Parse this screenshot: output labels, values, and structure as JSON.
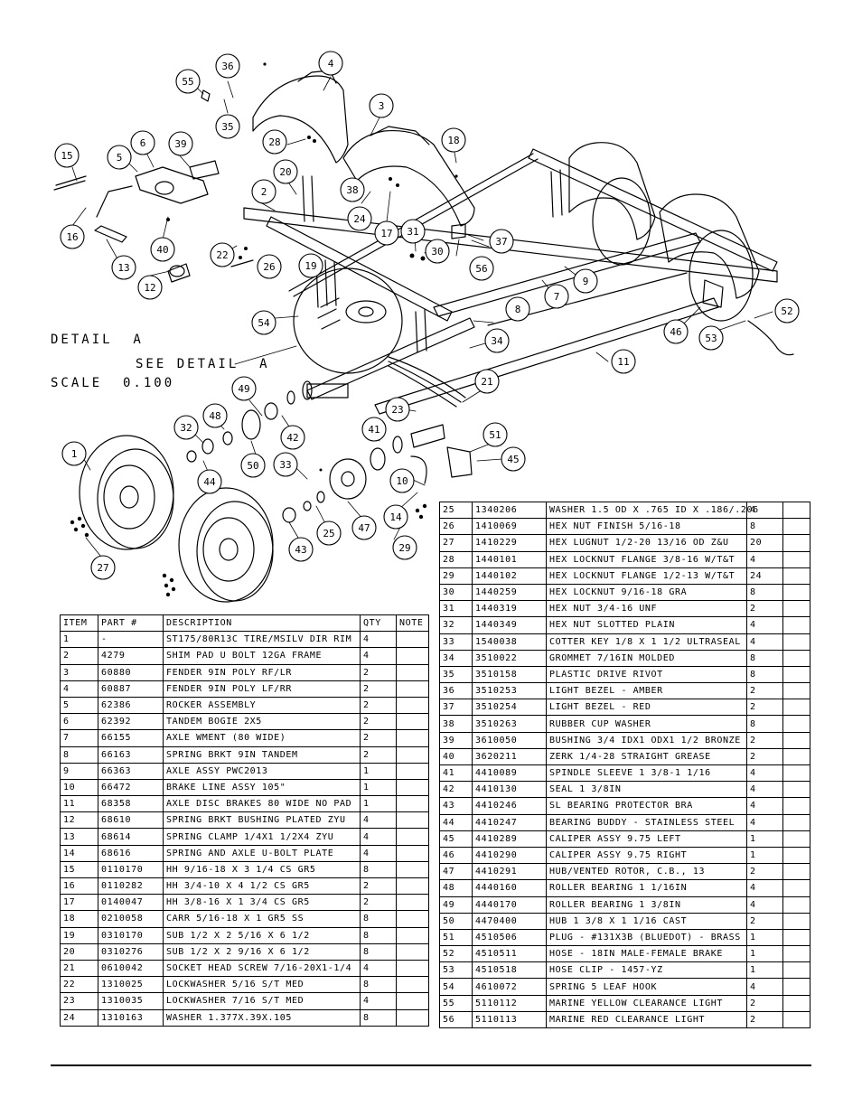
{
  "detail_label": {
    "line1": "DETAIL  A",
    "line2": "SCALE  0.100"
  },
  "see_detail": "SEE DETAIL  A",
  "balloons": [
    "1",
    "2",
    "3",
    "4",
    "5",
    "6",
    "7",
    "8",
    "9",
    "10",
    "11",
    "12",
    "13",
    "14",
    "15",
    "16",
    "17",
    "18",
    "19",
    "20",
    "21",
    "22",
    "23",
    "24",
    "25",
    "26",
    "27",
    "28",
    "29",
    "30",
    "31",
    "32",
    "33",
    "34",
    "35",
    "36",
    "37",
    "38",
    "39",
    "40",
    "41",
    "42",
    "43",
    "44",
    "45",
    "46",
    "47",
    "48",
    "49",
    "50",
    "51",
    "52",
    "53",
    "54",
    "55",
    "56"
  ],
  "headers": {
    "item": "ITEM",
    "part": "PART #",
    "description": "DESCRIPTION",
    "qty": "QTY",
    "note": "NOTE"
  },
  "parts_left": [
    {
      "item": "1",
      "part": "-",
      "description": "ST175/80R13C TIRE/MSILV DIR RIM",
      "qty": "4",
      "note": ""
    },
    {
      "item": "2",
      "part": "4279",
      "description": "SHIM PAD  U BOLT 12GA FRAME",
      "qty": "4",
      "note": ""
    },
    {
      "item": "3",
      "part": "60880",
      "description": "FENDER  9IN POLY RF/LR",
      "qty": "2",
      "note": ""
    },
    {
      "item": "4",
      "part": "60887",
      "description": "FENDER  9IN POLY LF/RR",
      "qty": "2",
      "note": ""
    },
    {
      "item": "5",
      "part": "62386",
      "description": "ROCKER ASSEMBLY",
      "qty": "2",
      "note": ""
    },
    {
      "item": "6",
      "part": "62392",
      "description": "TANDEM BOGIE   2X5",
      "qty": "2",
      "note": ""
    },
    {
      "item": "7",
      "part": "66155",
      "description": "AXLE WMENT (80 WIDE)",
      "qty": "2",
      "note": ""
    },
    {
      "item": "8",
      "part": "66163",
      "description": "SPRING BRKT  9IN TANDEM",
      "qty": "2",
      "note": ""
    },
    {
      "item": "9",
      "part": "66363",
      "description": "AXLE ASSY PWC2013",
      "qty": "1",
      "note": ""
    },
    {
      "item": "10",
      "part": "66472",
      "description": "BRAKE LINE ASSY 105\"",
      "qty": "1",
      "note": ""
    },
    {
      "item": "11",
      "part": "68358",
      "description": "AXLE DISC BRAKES 80 WIDE NO PAD",
      "qty": "1",
      "note": ""
    },
    {
      "item": "12",
      "part": "68610",
      "description": "SPRING BRKT BUSHING PLATED ZYU",
      "qty": "4",
      "note": ""
    },
    {
      "item": "13",
      "part": "68614",
      "description": "SPRING CLAMP  1/4X1 1/2X4  ZYU",
      "qty": "4",
      "note": ""
    },
    {
      "item": "14",
      "part": "68616",
      "description": "SPRING AND AXLE U-BOLT PLATE",
      "qty": "4",
      "note": ""
    },
    {
      "item": "15",
      "part": "0110170",
      "description": "HH 9/16-18 X 3 1/4 CS GR5",
      "qty": "8",
      "note": ""
    },
    {
      "item": "16",
      "part": "0110282",
      "description": "HH 3/4-10 X 4 1/2 CS GR5",
      "qty": "2",
      "note": ""
    },
    {
      "item": "17",
      "part": "0140047",
      "description": "HH 3/8-16 X 1 3/4 CS GR5",
      "qty": "2",
      "note": ""
    },
    {
      "item": "18",
      "part": "0210058",
      "description": "CARR 5/16-18 X 1 GR5 SS",
      "qty": "8",
      "note": ""
    },
    {
      "item": "19",
      "part": "0310170",
      "description": "SUB 1/2 X 2 5/16 X 6 1/2",
      "qty": "8",
      "note": ""
    },
    {
      "item": "20",
      "part": "0310276",
      "description": "SUB 1/2 X 2 9/16 X 6 1/2",
      "qty": "8",
      "note": ""
    },
    {
      "item": "21",
      "part": "0610042",
      "description": "SOCKET HEAD SCREW 7/16-20X1-1/4",
      "qty": "4",
      "note": ""
    },
    {
      "item": "22",
      "part": "1310025",
      "description": "LOCKWASHER 5/16 S/T MED",
      "qty": "8",
      "note": ""
    },
    {
      "item": "23",
      "part": "1310035",
      "description": "LOCKWASHER 7/16 S/T MED",
      "qty": "4",
      "note": ""
    },
    {
      "item": "24",
      "part": "1310163",
      "description": "WASHER 1.377X.39X.105",
      "qty": "8",
      "note": ""
    }
  ],
  "parts_right": [
    {
      "item": "25",
      "part": "1340206",
      "description": "WASHER 1.5 OD X .765 ID X .186/.206",
      "qty": "4",
      "note": ""
    },
    {
      "item": "26",
      "part": "1410069",
      "description": "HEX NUT FINISH 5/16-18",
      "qty": "8",
      "note": ""
    },
    {
      "item": "27",
      "part": "1410229",
      "description": "HEX LUGNUT 1/2-20 13/16 OD Z&U",
      "qty": "20",
      "note": ""
    },
    {
      "item": "28",
      "part": "1440101",
      "description": "HEX LOCKNUT FLANGE 3/8-16 W/T&T",
      "qty": "4",
      "note": ""
    },
    {
      "item": "29",
      "part": "1440102",
      "description": "HEX LOCKNUT FLANGE 1/2-13 W/T&T",
      "qty": "24",
      "note": ""
    },
    {
      "item": "30",
      "part": "1440259",
      "description": "HEX LOCKNUT 9/16-18 GRA",
      "qty": "8",
      "note": ""
    },
    {
      "item": "31",
      "part": "1440319",
      "description": "HEX NUT 3/4-16 UNF",
      "qty": "2",
      "note": ""
    },
    {
      "item": "32",
      "part": "1440349",
      "description": "HEX NUT SLOTTED PLAIN",
      "qty": "4",
      "note": ""
    },
    {
      "item": "33",
      "part": "1540038",
      "description": "COTTER KEY 1/8 X 1 1/2 ULTRASEAL",
      "qty": "4",
      "note": ""
    },
    {
      "item": "34",
      "part": "3510022",
      "description": "GROMMET  7/16IN MOLDED",
      "qty": "8",
      "note": ""
    },
    {
      "item": "35",
      "part": "3510158",
      "description": "PLASTIC DRIVE RIVOT",
      "qty": "8",
      "note": ""
    },
    {
      "item": "36",
      "part": "3510253",
      "description": "LIGHT BEZEL - AMBER",
      "qty": "2",
      "note": ""
    },
    {
      "item": "37",
      "part": "3510254",
      "description": "LIGHT BEZEL - RED",
      "qty": "2",
      "note": ""
    },
    {
      "item": "38",
      "part": "3510263",
      "description": "RUBBER CUP WASHER",
      "qty": "8",
      "note": ""
    },
    {
      "item": "39",
      "part": "3610050",
      "description": "BUSHING  3/4 IDX1 ODX1 1/2 BRONZE",
      "qty": "2",
      "note": ""
    },
    {
      "item": "40",
      "part": "3620211",
      "description": "ZERK  1/4-28 STRAIGHT GREASE",
      "qty": "2",
      "note": ""
    },
    {
      "item": "41",
      "part": "4410089",
      "description": "SPINDLE SLEEVE  1 3/8-1 1/16",
      "qty": "4",
      "note": ""
    },
    {
      "item": "42",
      "part": "4410130",
      "description": "SEAL  1 3/8IN",
      "qty": "4",
      "note": ""
    },
    {
      "item": "43",
      "part": "4410246",
      "description": "SL BEARING PROTECTOR BRA",
      "qty": "4",
      "note": ""
    },
    {
      "item": "44",
      "part": "4410247",
      "description": "BEARING BUDDY - STAINLESS STEEL",
      "qty": "4",
      "note": ""
    },
    {
      "item": "45",
      "part": "4410289",
      "description": "CALIPER ASSY 9.75 LEFT",
      "qty": "1",
      "note": ""
    },
    {
      "item": "46",
      "part": "4410290",
      "description": "CALIPER ASSY 9.75 RIGHT",
      "qty": "1",
      "note": ""
    },
    {
      "item": "47",
      "part": "4410291",
      "description": "HUB/VENTED ROTOR, C.B.,  13",
      "qty": "2",
      "note": ""
    },
    {
      "item": "48",
      "part": "4440160",
      "description": "ROLLER BEARING   1 1/16IN",
      "qty": "4",
      "note": ""
    },
    {
      "item": "49",
      "part": "4440170",
      "description": "ROLLER BEARING   1 3/8IN",
      "qty": "4",
      "note": ""
    },
    {
      "item": "50",
      "part": "4470400",
      "description": "HUB   1 3/8 X 1 1/16 CAST",
      "qty": "2",
      "note": ""
    },
    {
      "item": "51",
      "part": "4510506",
      "description": "PLUG - #131X3B (BLUEDOT) - BRASS",
      "qty": "1",
      "note": ""
    },
    {
      "item": "52",
      "part": "4510511",
      "description": "HOSE - 18IN MALE-FEMALE BRAKE",
      "qty": "1",
      "note": ""
    },
    {
      "item": "53",
      "part": "4510518",
      "description": "HOSE CLIP - 1457-YZ",
      "qty": "1",
      "note": ""
    },
    {
      "item": "54",
      "part": "4610072",
      "description": "SPRING  5 LEAF HOOK",
      "qty": "4",
      "note": ""
    },
    {
      "item": "55",
      "part": "5110112",
      "description": "MARINE YELLOW CLEARANCE LIGHT",
      "qty": "2",
      "note": ""
    },
    {
      "item": "56",
      "part": "5110113",
      "description": "MARINE RED CLEARANCE LIGHT",
      "qty": "2",
      "note": ""
    }
  ]
}
